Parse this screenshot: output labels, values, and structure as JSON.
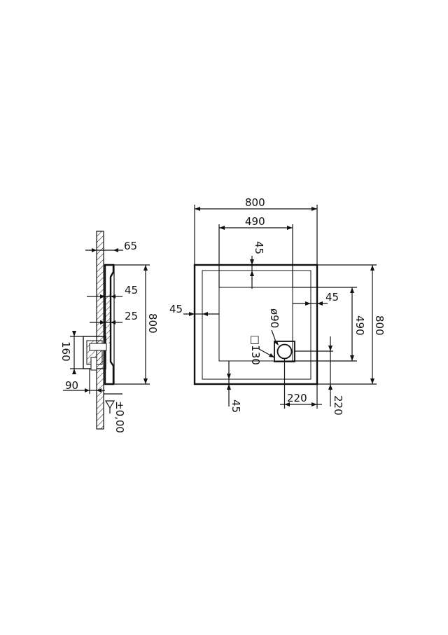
{
  "drawing": {
    "side_view": {
      "label_65": "65",
      "label_45": "45",
      "label_25": "25",
      "label_800": "800",
      "label_160": "160",
      "label_90": "90",
      "label_level": "±0,00"
    },
    "plan_view": {
      "label_800_top": "800",
      "label_490_top": "490",
      "label_45_top": "45",
      "label_45_left": "45",
      "label_45_right": "45",
      "label_490_right": "490",
      "label_800_right": "800",
      "label_diameter": "ø90",
      "label_square": "□130",
      "label_45_bottom": "45",
      "label_220_bottom": "220",
      "label_220_right": "220"
    }
  }
}
